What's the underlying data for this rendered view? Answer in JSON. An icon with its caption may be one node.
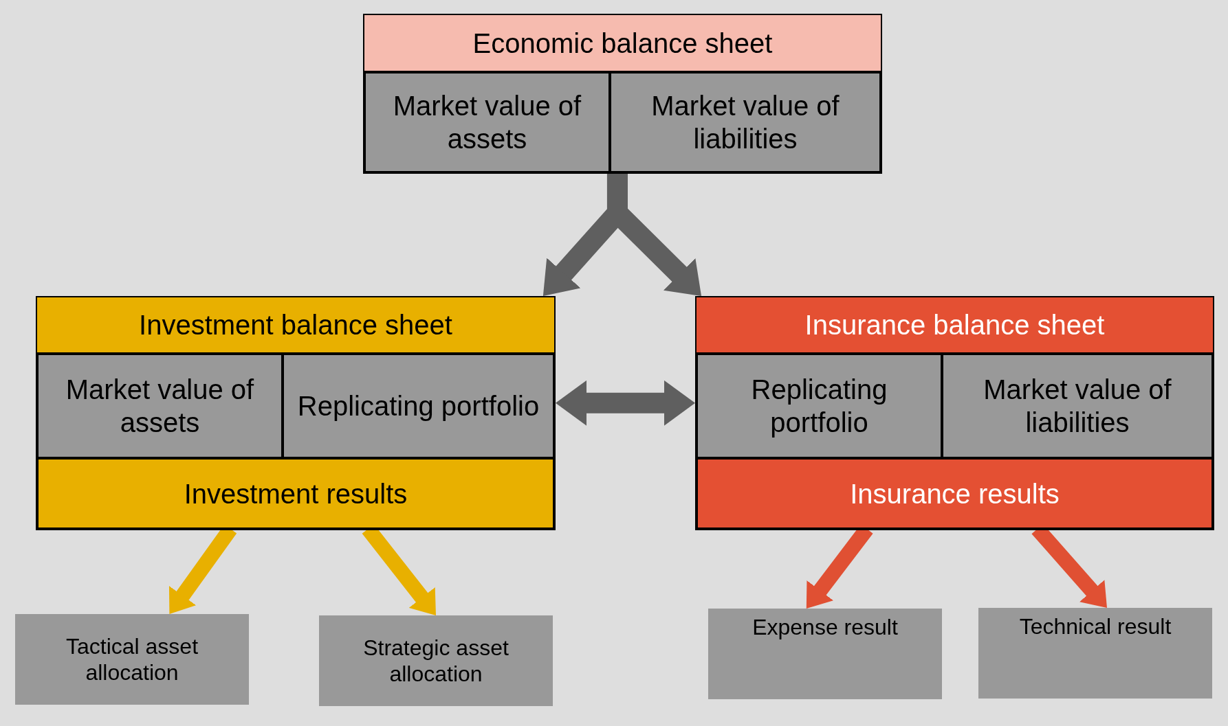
{
  "diagram": {
    "nodes": [
      {
        "text": [
          "Economic balance sheet"
        ]
      },
      {
        "text": [
          "Market value of assets"
        ],
        "in": 0
      },
      {
        "text": [
          "Market value of liabilities"
        ],
        "in": 0
      },
      {
        "text": [
          "Investment balance sheet"
        ]
      },
      {
        "text": [
          "Market value of assets"
        ],
        "in": 3
      },
      {
        "text": [
          "Replicating portfolio"
        ],
        "in": 3
      },
      {
        "text": [
          "Investment results"
        ],
        "in": 3
      },
      {
        "text": [
          "Insurance balance sheet"
        ]
      },
      {
        "text": [
          "Replicating portfolio"
        ],
        "in": 7
      },
      {
        "text": [
          "Market value of liabilities"
        ],
        "in": 7
      },
      {
        "text": [
          "Insurance results"
        ],
        "in": 7
      },
      {
        "text": [
          "Tactical asset allocation"
        ]
      },
      {
        "text": [
          "Strategic asset allocation"
        ]
      },
      {
        "text": [
          "Expense result"
        ]
      },
      {
        "text": [
          "Technical result"
        ]
      }
    ],
    "edges": [
      {
        "from": 0,
        "to": 3,
        "arrow": "to"
      },
      {
        "from": 0,
        "to": 7,
        "arrow": "to"
      },
      {
        "from": 3,
        "to": 7,
        "arrow": "both"
      },
      {
        "from": 6,
        "to": 11,
        "arrow": "to",
        "color": "#e8b000"
      },
      {
        "from": 6,
        "to": 12,
        "arrow": "to",
        "color": "#e8b000"
      },
      {
        "from": 10,
        "to": 13,
        "arrow": "to",
        "color": "#e05033"
      },
      {
        "from": 10,
        "to": 14,
        "arrow": "to",
        "color": "#e05033"
      }
    ]
  }
}
